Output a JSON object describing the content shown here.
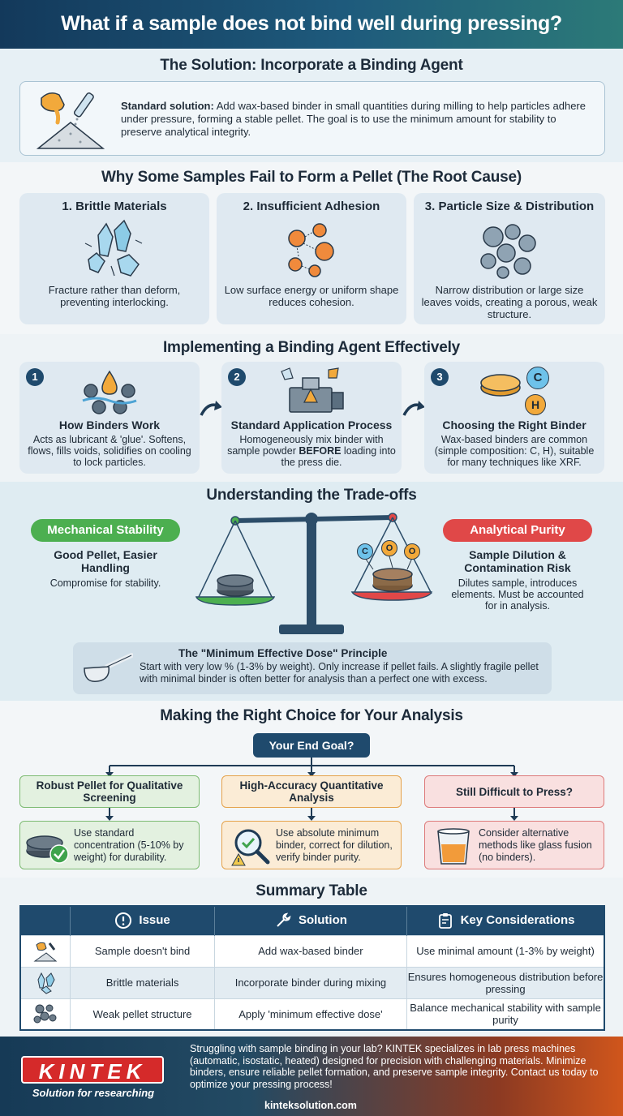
{
  "title": "What if a sample does not bind well during pressing?",
  "solution": {
    "heading": "The Solution: Incorporate a Binding Agent",
    "lead": "Standard solution:",
    "text": " Add wax-based binder in small quantities during milling to help particles adhere under pressure, forming a stable pellet. The goal is to use the minimum amount for stability to preserve analytical integrity."
  },
  "why": {
    "heading": "Why Some Samples Fail to Form a Pellet (The Root Cause)",
    "cards": [
      {
        "title": "1. Brittle Materials",
        "text": "Fracture rather than deform, preventing interlocking."
      },
      {
        "title": "2. Insufficient Adhesion",
        "text": "Low surface energy or uniform shape reduces cohesion."
      },
      {
        "title": "3. Particle Size & Distribution",
        "text": "Narrow distribution or large size leaves voids, creating a porous, weak structure."
      }
    ]
  },
  "implement": {
    "heading": "Implementing a Binding Agent Effectively",
    "steps": [
      {
        "num": "1",
        "title": "How Binders Work",
        "text": "Acts as lubricant & 'glue'. Softens, flows, fills voids, solidifies on cooling to lock particles."
      },
      {
        "num": "2",
        "title": "Standard Application Process",
        "text_a": "Homogeneously mix binder with sample powder ",
        "text_b": "BEFORE",
        "text_c": " loading into the press die."
      },
      {
        "num": "3",
        "title": "Choosing the Right Binder",
        "text": "Wax-based binders are common (simple composition: C, H), suitable for many techniques like XRF."
      }
    ],
    "c_label": "C",
    "h_label": "H"
  },
  "tradeoffs": {
    "heading": "Understanding the Trade-offs",
    "left": {
      "pill": "Mechanical Stability",
      "title": "Good Pellet, Easier Handling",
      "text": "Compromise for stability.",
      "color": "#4caf50"
    },
    "right": {
      "pill": "Analytical Purity",
      "title": "Sample Dilution & Contamination Risk",
      "text": "Dilutes sample, introduces elements. Must be accounted for in analysis.",
      "color": "#e04848"
    },
    "atoms": [
      "C",
      "O",
      "O"
    ],
    "principle": {
      "title": "The \"Minimum Effective Dose\" Principle",
      "text": "Start with very low % (1-3% by weight). Only increase if pellet fails. A slightly fragile pellet with minimal binder is often better for analysis than a perfect one with excess."
    }
  },
  "choice": {
    "heading": "Making the Right Choice for Your Analysis",
    "goal": "Your End Goal?",
    "options": [
      {
        "title": "Robust Pellet for Qualitative Screening",
        "result": "Use standard concentration (5-10% by weight) for durability."
      },
      {
        "title": "High-Accuracy Quantitative Analysis",
        "result": "Use absolute minimum binder, correct for dilution, verify binder purity."
      },
      {
        "title": "Still Difficult to Press?",
        "result": "Consider alternative methods like glass fusion (no binders)."
      }
    ]
  },
  "summary": {
    "heading": "Summary Table",
    "columns": [
      "Issue",
      "Solution",
      "Key Considerations"
    ],
    "rows": [
      [
        "Sample doesn't bind",
        "Add wax-based binder",
        "Use minimal amount (1-3% by weight)"
      ],
      [
        "Brittle materials",
        "Incorporate binder during mixing",
        "Ensures homogeneous distribution before pressing"
      ],
      [
        "Weak pellet structure",
        "Apply 'minimum effective dose'",
        "Balance mechanical stability with sample purity"
      ]
    ]
  },
  "footer": {
    "logo": "KINTEK",
    "slogan": "Solution for researching",
    "text": "Struggling with sample binding in your lab? KINTEK specializes in lab press machines (automatic, isostatic, heated) designed for precision with challenging materials. Minimize binders, ensure reliable pellet formation, and preserve sample integrity. Contact us today to optimize your pressing process!",
    "url": "kinteksolution.com"
  }
}
